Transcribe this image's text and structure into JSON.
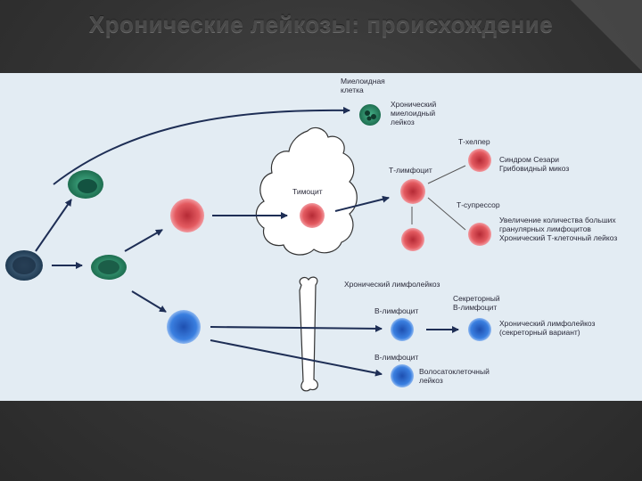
{
  "slide": {
    "title": "Хронические лейкозы: происхождение"
  },
  "diagram": {
    "labels": {
      "myeloid_cell": "Миелоидная\nклетка",
      "chronic_myeloid_leukemia": "Хронический\nмиелоидный\nлейкоз",
      "t_helper": "Т-хелпер",
      "sezary": "Синдром Сезари\nГрибовидный микоз",
      "t_lymphocyte": "Т-лимфоцит",
      "thymocyte": "Тимоцит",
      "t_suppressor": "Т-супрессор",
      "large_granular": "Увеличение количества больших\nгранулярных лимфоцитов\nХронический Т-клеточный лейкоз",
      "cll": "Хронический лимфолейкоз",
      "b_lymphocyte_1": "В-лимфоцит",
      "secretory_b": "Секреторный\nВ-лимфоцит",
      "cll_secretory": "Хронический лимфолейкоз\n(секреторный вариант)",
      "b_lymphocyte_2": "В-лимфоцит",
      "hairy_cell": "Волосатоклеточный\nлейкоз"
    },
    "colors": {
      "stem": "#2d4a63",
      "myeloid": "#2f8f6c",
      "t_cell": "#d8494f",
      "b_cell": "#2f6fd0",
      "arrow": "#1e2e55",
      "organ": "#ffffff"
    }
  }
}
